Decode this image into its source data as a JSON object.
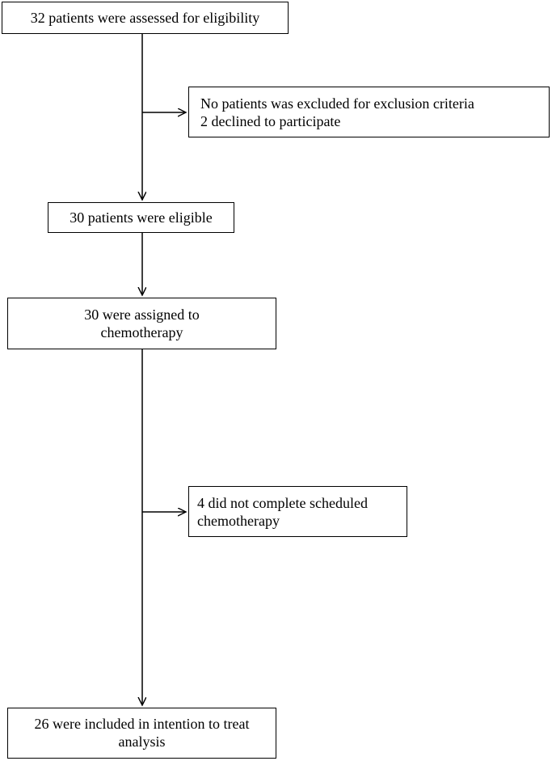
{
  "nodes": {
    "assessed": {
      "lines": [
        "32 patients were assessed for eligibility"
      ]
    },
    "excluded": {
      "lines": [
        "No patients was excluded for exclusion criteria",
        "2 declined to participate"
      ]
    },
    "eligible": {
      "lines": [
        "30 patients were eligible"
      ]
    },
    "assigned": {
      "lines": [
        "30 were assigned to",
        "chemotherapy"
      ]
    },
    "incomplete": {
      "lines": [
        "4 did not complete scheduled",
        "chemotherapy"
      ]
    },
    "included": {
      "lines": [
        "26 were included in intention to treat",
        "analysis"
      ]
    }
  },
  "colors": {
    "stroke": "#000000",
    "background": "#ffffff"
  }
}
